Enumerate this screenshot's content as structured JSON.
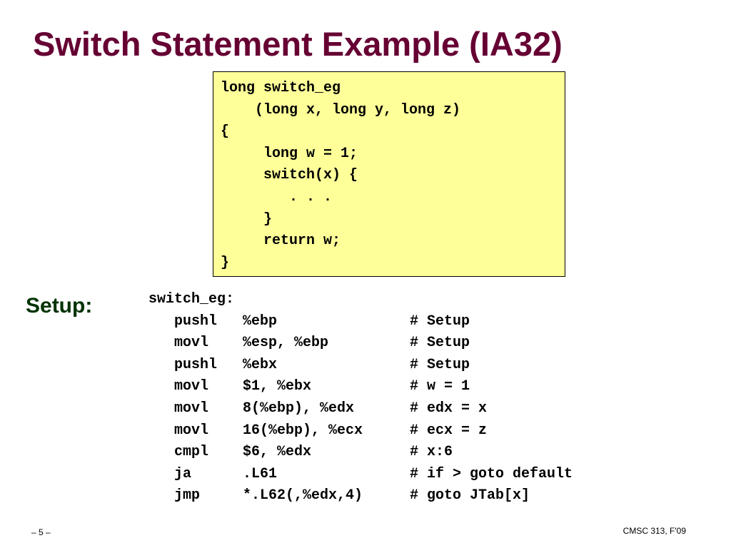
{
  "title": "Switch Statement Example (IA32)",
  "c_code": {
    "lines": [
      "long switch_eg",
      "    (long x, long y, long z)",
      "{",
      "     long w = 1;",
      "     switch(x) {",
      "        . . .",
      "     }",
      "     return w;",
      "}"
    ]
  },
  "setup_label": "Setup:",
  "asm": {
    "label": "switch_eg:",
    "instructions": [
      {
        "op": "pushl",
        "args": "%ebp",
        "comment": "# Setup"
      },
      {
        "op": "movl",
        "args": "%esp, %ebp",
        "comment": "# Setup"
      },
      {
        "op": "pushl",
        "args": "%ebx",
        "comment": "# Setup"
      },
      {
        "op": "movl",
        "args": "$1, %ebx",
        "comment": "# w = 1"
      },
      {
        "op": "movl",
        "args": "8(%ebp), %edx",
        "comment": "# edx = x"
      },
      {
        "op": "movl",
        "args": "16(%ebp), %ecx",
        "comment": "# ecx = z"
      },
      {
        "op": "cmpl",
        "args": "$6, %edx",
        "comment": "# x:6"
      },
      {
        "op": "ja",
        "args": ".L61",
        "comment": "# if > goto default"
      },
      {
        "op": "jmp",
        "args": "*.L62(,%edx,4)",
        "comment": "# goto JTab[x]"
      }
    ]
  },
  "footer": {
    "page": "– 5 –",
    "course": "CMSC 313, F'09"
  },
  "colors": {
    "title": "#660033",
    "setup_label": "#003300",
    "code_box_bg": "#ffff99"
  }
}
